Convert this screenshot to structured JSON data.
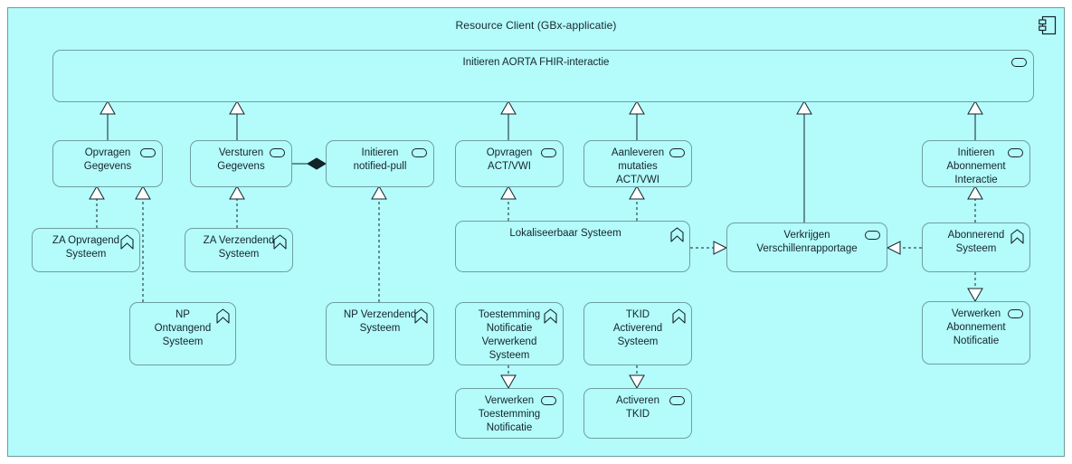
{
  "diagram": {
    "type": "archimate-application-layer",
    "container": {
      "title": "Resource Client (GBx-applicatie)",
      "icon": "application-component-icon",
      "fill": "#b4fbfb",
      "stroke": "#6b9c9c"
    },
    "colors": {
      "node_fill": "#b4fbfb",
      "node_stroke": "#6f9fa2",
      "line": "#12232a",
      "text": "#14252b"
    },
    "nodes": [
      {
        "id": "initieren-aorta",
        "label": "Initieren AORTA FHIR-interactie",
        "icon": "service-oval-icon",
        "kind": "application-service"
      },
      {
        "id": "opvragen-gegevens",
        "label": "Opvragen\nGegevens",
        "icon": "service-oval-icon",
        "kind": "application-service"
      },
      {
        "id": "versturen-gegevens",
        "label": "Versturen\nGegevens",
        "icon": "service-oval-icon",
        "kind": "application-service"
      },
      {
        "id": "initieren-notified-pull",
        "label": "Initieren\nnotified-pull",
        "icon": "service-oval-icon",
        "kind": "application-service"
      },
      {
        "id": "opvragen-act-vwi",
        "label": "Opvragen\nACT/VWI",
        "icon": "service-oval-icon",
        "kind": "application-service"
      },
      {
        "id": "aanleveren-mutaties",
        "label": "Aanleveren\nmutaties\nACT/VWI",
        "icon": "service-oval-icon",
        "kind": "application-service"
      },
      {
        "id": "initieren-abonnement",
        "label": "Initieren\nAbonnement\nInteractie",
        "icon": "service-oval-icon",
        "kind": "application-service"
      },
      {
        "id": "za-opvragend",
        "label": "ZA Opvragend\nSysteem",
        "icon": "role-chevron-icon",
        "kind": "application-role"
      },
      {
        "id": "za-verzendend",
        "label": "ZA Verzendend\nSysteem",
        "icon": "role-chevron-icon",
        "kind": "application-role"
      },
      {
        "id": "lokaliseerbaar-systeem",
        "label": "Lokaliseerbaar Systeem",
        "icon": "role-chevron-icon",
        "kind": "application-role"
      },
      {
        "id": "verkrijgen-verschillen",
        "label": "Verkrijgen\nVerschillenrapportage",
        "icon": "service-oval-icon",
        "kind": "application-service"
      },
      {
        "id": "abonnerend-systeem",
        "label": "Abonnerend\nSysteem",
        "icon": "role-chevron-icon",
        "kind": "application-role"
      },
      {
        "id": "np-ontvangend",
        "label": "NP\nOntvangend\nSysteem",
        "icon": "role-chevron-icon",
        "kind": "application-role"
      },
      {
        "id": "np-verzendend",
        "label": "NP Verzendend\nSysteem",
        "icon": "role-chevron-icon",
        "kind": "application-role"
      },
      {
        "id": "toestemming-notificatie",
        "label": "Toestemming\nNotificatie\nVerwerkend\nSysteem",
        "icon": "role-chevron-icon",
        "kind": "application-role"
      },
      {
        "id": "tkid-activerend",
        "label": "TKID\nActiverend\nSysteem",
        "icon": "role-chevron-icon",
        "kind": "application-role"
      },
      {
        "id": "verwerken-abonnement",
        "label": "Verwerken\nAbonnement\nNotificatie",
        "icon": "service-oval-icon",
        "kind": "application-service"
      },
      {
        "id": "verwerken-toestemming",
        "label": "Verwerken\nToestemming\nNotificatie",
        "icon": "service-oval-icon",
        "kind": "application-service"
      },
      {
        "id": "activeren-tkid",
        "label": "Activeren\nTKID",
        "icon": "service-oval-icon",
        "kind": "application-service"
      }
    ],
    "relations": [
      {
        "from": "opvragen-gegevens",
        "to": "initieren-aorta",
        "type": "specialization",
        "marker": "hollow-triangle"
      },
      {
        "from": "versturen-gegevens",
        "to": "initieren-aorta",
        "type": "specialization",
        "marker": "hollow-triangle"
      },
      {
        "from": "opvragen-act-vwi",
        "to": "initieren-aorta",
        "type": "specialization",
        "marker": "hollow-triangle"
      },
      {
        "from": "aanleveren-mutaties",
        "to": "initieren-aorta",
        "type": "specialization",
        "marker": "hollow-triangle"
      },
      {
        "from": "verkrijgen-verschillen",
        "to": "initieren-aorta",
        "type": "specialization",
        "marker": "hollow-triangle"
      },
      {
        "from": "initieren-abonnement",
        "to": "initieren-aorta",
        "type": "specialization",
        "marker": "hollow-triangle"
      },
      {
        "from": "versturen-gegevens",
        "to": "initieren-notified-pull",
        "type": "composition",
        "marker": "filled-diamond"
      },
      {
        "from": "za-opvragend",
        "to": "opvragen-gegevens",
        "type": "realization",
        "marker": "hollow-triangle"
      },
      {
        "from": "np-ontvangend",
        "to": "opvragen-gegevens",
        "type": "realization",
        "marker": "hollow-triangle"
      },
      {
        "from": "za-verzendend",
        "to": "versturen-gegevens",
        "type": "realization",
        "marker": "hollow-triangle"
      },
      {
        "from": "np-verzendend",
        "to": "initieren-notified-pull",
        "type": "realization",
        "marker": "hollow-triangle"
      },
      {
        "from": "lokaliseerbaar-systeem",
        "to": "opvragen-act-vwi",
        "type": "realization",
        "marker": "hollow-triangle"
      },
      {
        "from": "lokaliseerbaar-systeem",
        "to": "aanleveren-mutaties",
        "type": "realization",
        "marker": "hollow-triangle"
      },
      {
        "from": "lokaliseerbaar-systeem",
        "to": "verkrijgen-verschillen",
        "type": "realization",
        "marker": "open-arrow-right"
      },
      {
        "from": "abonnerend-systeem",
        "to": "verkrijgen-verschillen",
        "type": "realization",
        "marker": "open-arrow-left"
      },
      {
        "from": "abonnerend-systeem",
        "to": "initieren-abonnement",
        "type": "realization",
        "marker": "hollow-triangle"
      },
      {
        "from": "abonnerend-systeem",
        "to": "verwerken-abonnement",
        "type": "realization",
        "marker": "open-arrow-down"
      },
      {
        "from": "toestemming-notificatie",
        "to": "verwerken-toestemming",
        "type": "realization",
        "marker": "open-arrow-down"
      },
      {
        "from": "tkid-activerend",
        "to": "activeren-tkid",
        "type": "realization",
        "marker": "open-arrow-down"
      }
    ]
  }
}
